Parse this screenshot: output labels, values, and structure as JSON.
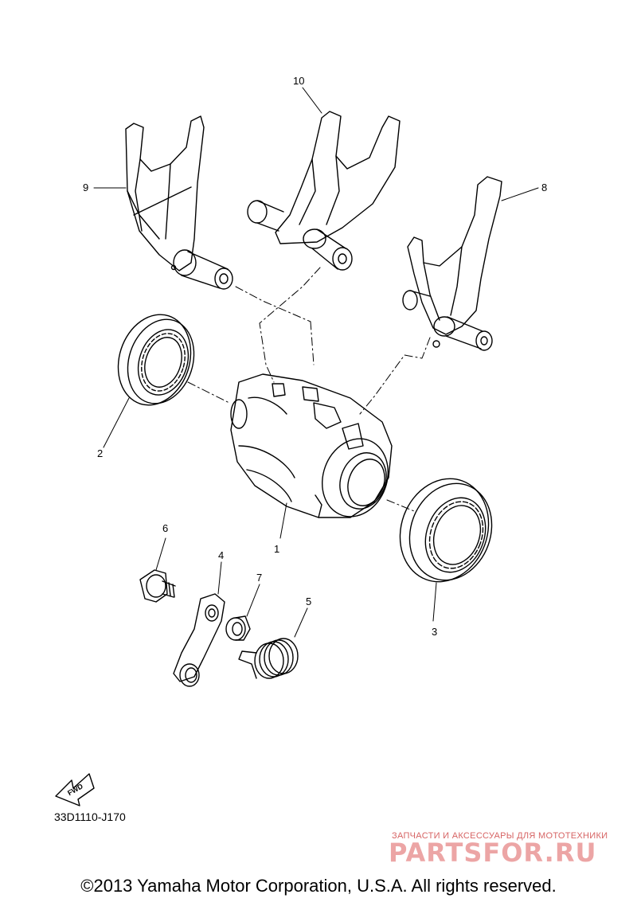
{
  "callouts": {
    "c1": "1",
    "c2": "2",
    "c3": "3",
    "c4": "4",
    "c5": "5",
    "c6": "6",
    "c7": "7",
    "c8": "8",
    "c9": "9",
    "c10": "10"
  },
  "fwd_label": "FWD",
  "part_code": "33D1110-J170",
  "watermark": {
    "tagline": "ЗАПЧАСТИ И АКСЕССУАРЫ ДЛЯ МОТОТЕХНИКИ",
    "logo": "PARTSFOR.RU"
  },
  "copyright": "©2013 Yamaha Motor Corporation, U.S.A. All rights reserved."
}
